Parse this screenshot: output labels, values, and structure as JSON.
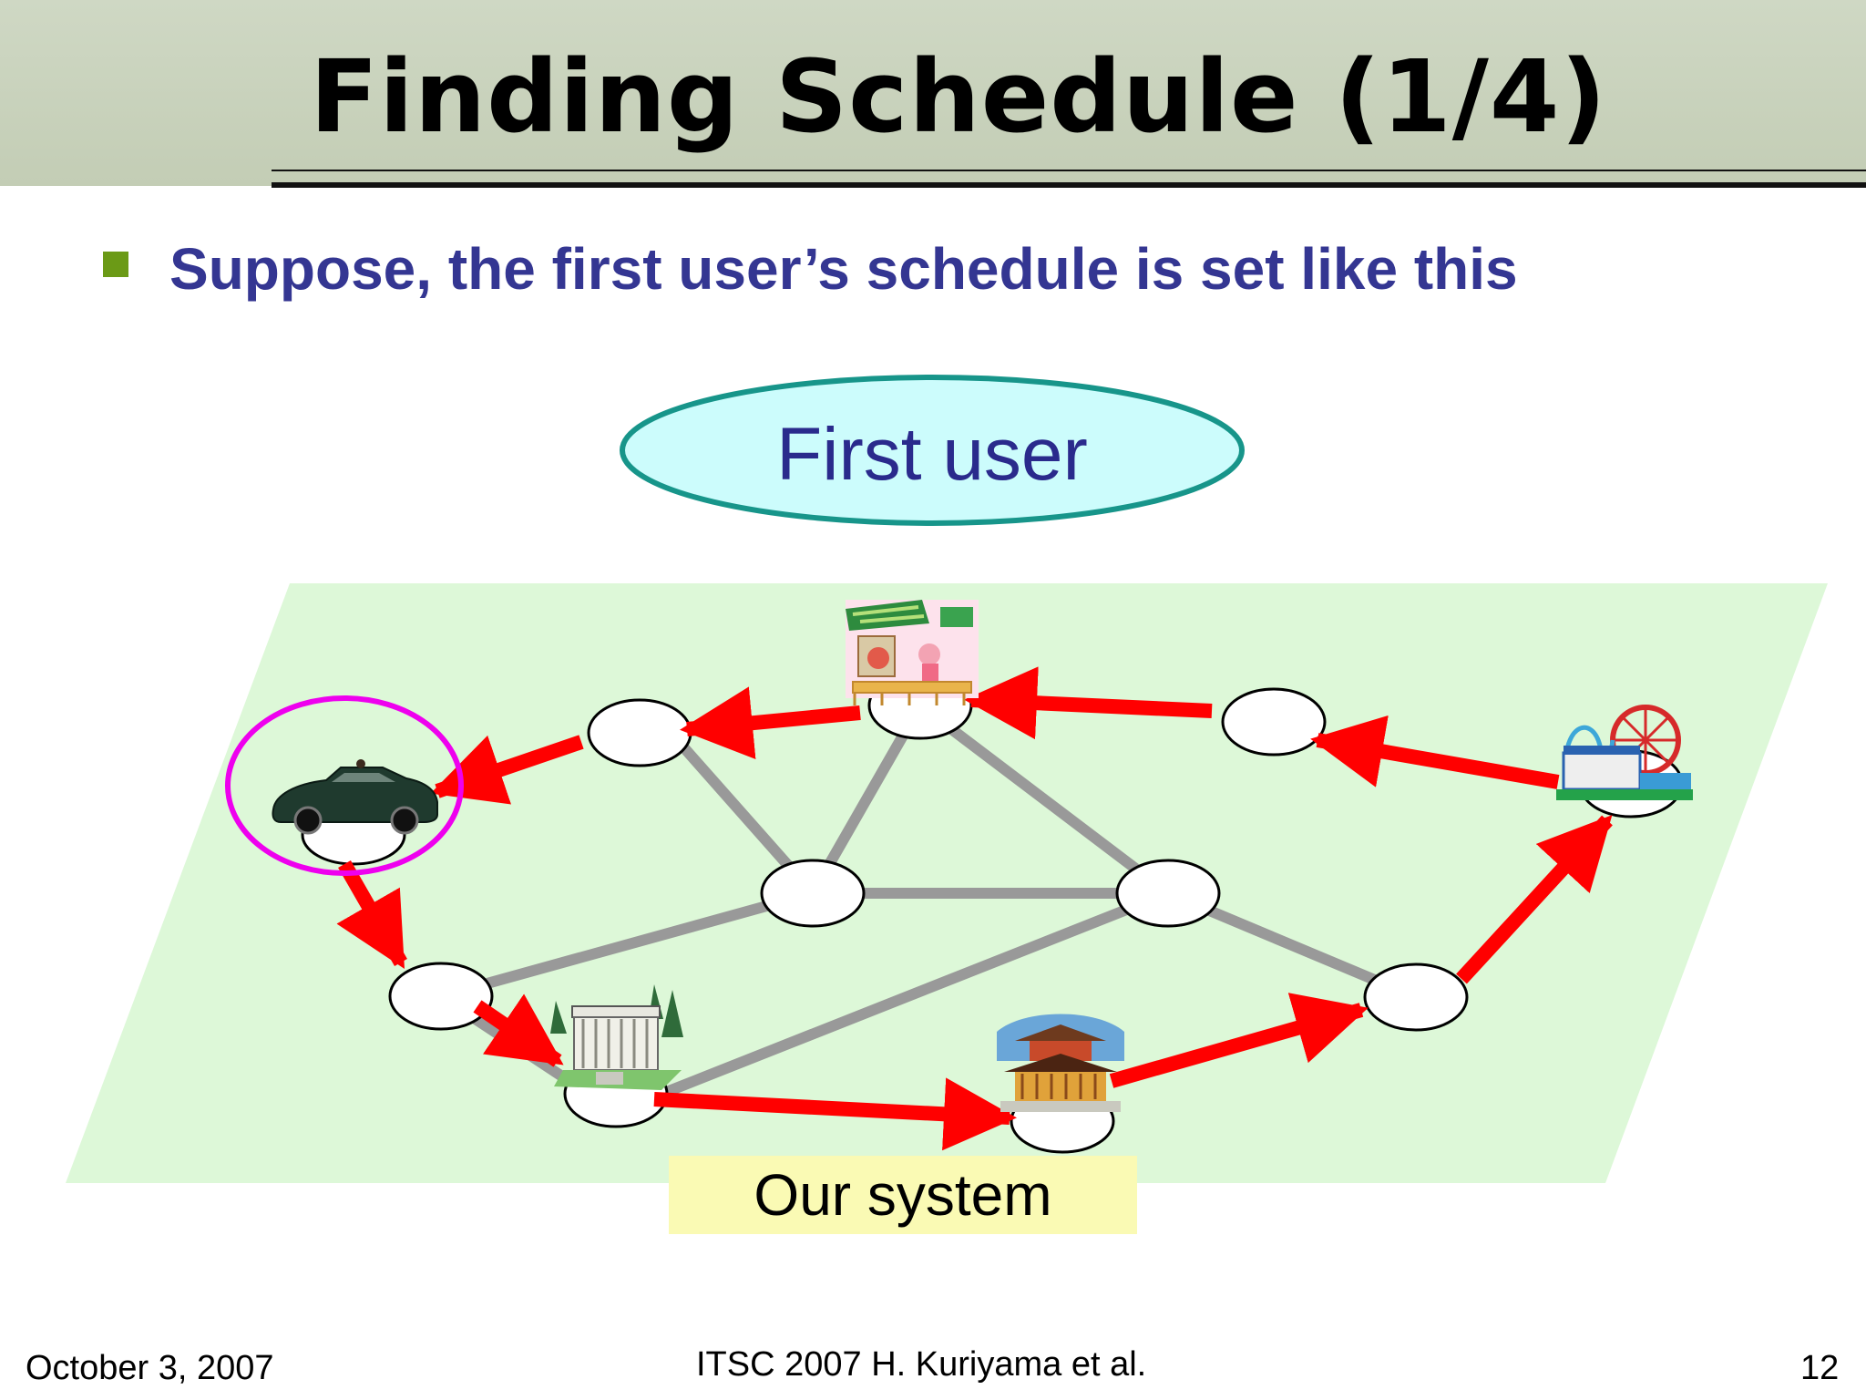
{
  "slide": {
    "title": "Finding Schedule (1/4)",
    "bullet": "Suppose, the first user’s schedule is set like this"
  },
  "diagram": {
    "user_label": "First user",
    "system_label": "Our system",
    "colors": {
      "background": "#ddf8d8",
      "ellipse_fill": "#ccfcfc",
      "ellipse_stroke": "#17958a",
      "road": "#999999",
      "route_arrow": "#ff0000",
      "highlight_ring": "#ee00ee",
      "user_text": "#2a2a8c"
    },
    "icons": [
      "car-icon",
      "restaurant-icon",
      "amusement-park-icon",
      "museum-icon",
      "temple-icon"
    ]
  },
  "footer": {
    "date": "October 3, 2007",
    "conference": "ITSC 2007 H. Kuriyama et al.",
    "page": "12"
  }
}
